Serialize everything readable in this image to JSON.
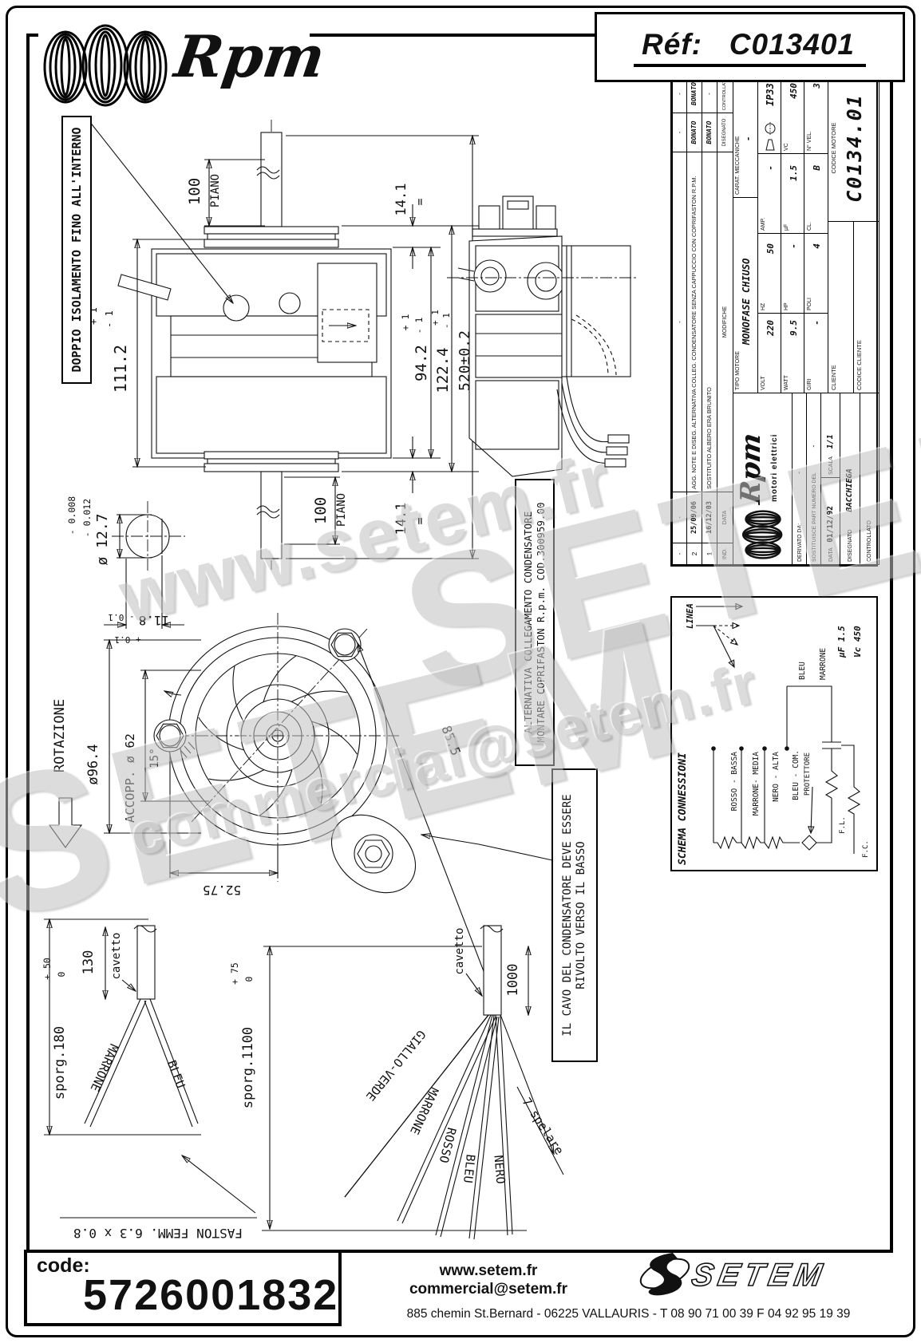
{
  "header": {
    "brand": "Rpm",
    "ref_label": "Réf:",
    "ref_value": "C013401"
  },
  "watermarks": {
    "site": "www.setem.fr",
    "brand": "SETEM",
    "email": "commercial@setem.fr"
  },
  "notes": {
    "doppio": "DOPPIO ISOLAMENTO FINO ALL'INTERNO",
    "alt1": "ALTERNATIVA COLLEGAMENTO CONDENSATORE",
    "alt2": "MONTARE COPRIFASTON R.p.m. COD.300959.00",
    "cavo1": "IL CAVO DEL CONDENSATORE DEVE ESSERE",
    "cavo2": "RIVOLTO VERSO IL BASSO",
    "faston": "FASTON FEMM. 6.3 x 0.8"
  },
  "dims": {
    "piano_top": {
      "val": "100",
      "lbl": "PIANO"
    },
    "piano_bot": {
      "val": "100",
      "lbl": "PIANO"
    },
    "h1112": {
      "val": "111.2",
      "tp": "+ 1",
      "tm": "- 1"
    },
    "t141": {
      "val": "14.1",
      "eq": "="
    },
    "b141": {
      "val": "14.1",
      "eq": "="
    },
    "h942": {
      "val": "94.2",
      "tp": "+ 1",
      "tm": "- 1"
    },
    "h1224": {
      "val": "122.4",
      "tp": "+ 1",
      "tm": "- 1"
    },
    "h520": "520±0.2",
    "shaft": {
      "dia": "ø 12.7",
      "t1": "- 0.008",
      "t2": "- 0.012",
      "flat": "11.8",
      "ftp": "+ 0.1",
      "ftm": "- 0.1"
    },
    "rotazione": "ROTAZIONE",
    "fan_dia": "ø96.4",
    "accopp": "ACCOPP. ø 62",
    "angle15": "15°",
    "diag855": "85.5",
    "d5275": "52.75",
    "cable1": {
      "sporg": "sporg.180",
      "tp": "+ 50",
      "tm": "0",
      "len": "130",
      "cavetto": "cavetto",
      "w1": "MARRONE",
      "w2": "BLEU"
    },
    "cable2": {
      "sporg": "sporg.1100",
      "tp": "+ 75",
      "tm": "0",
      "len": "1000",
      "cavetto": "cavetto",
      "w1": "GIALLO-VERDE",
      "w2": "MARRONE",
      "w3": "ROSSO",
      "w4": "BLEU",
      "w5": "NERO",
      "spelare": "7 spelare"
    }
  },
  "cartiglio": {
    "rev": {
      "r0": {
        "ind": "-",
        "data": "-",
        "mod": "-",
        "dis": "-",
        "con": "-"
      },
      "r1": {
        "ind": "2",
        "data": "25/09/06",
        "mod": "AGG. NOTE E DISEG. ALTERNATIVA COLLEG. CONDENSATORE SENZA CAPPUCCIO CON COPRIFASTON R.P.M.",
        "dis": "BONATO",
        "con": "BONATO"
      },
      "r2": {
        "ind": "1",
        "data": "16/12/03",
        "mod": "SOSTITUITO ALBERO ERA BRUNITO",
        "dis": "BONATO",
        "con": "-"
      },
      "hdr": {
        "ind": "IND.",
        "data": "DATA",
        "mod": "MODIFICHE",
        "dis": "DISEGNATO",
        "con": "CONTROLLATO"
      }
    },
    "logo_brand": "Rpm",
    "logo_sub": "motori elettrici",
    "derivato_l": "DERIVATO DA:",
    "derivato_v": "-",
    "sost_l": "SOSTITUISCE PART NUMERO DEL",
    "sost_v": "-",
    "data_l": "DATA",
    "data_v": "01/12/92",
    "scala_l": "SCALA",
    "scala_v": "1/1",
    "dis_l": "DISEGNATO",
    "dis_v": "BACCHIEGA",
    "con_l": "CONTROLLATO",
    "tipo_l": "TIPO MOTORE",
    "tipo_v": "MONOFASE CHIUSO",
    "carat_l": "CARAT. MECCANICHE",
    "carat_v": "-",
    "ip": "IP33",
    "sp": {
      "volt_l": "VOLT",
      "volt_v": "220",
      "hz_l": "HZ",
      "hz_v": "50",
      "amp_l": "AMP.",
      "amp_v": "-",
      "watt_l": "WATT",
      "watt_v": "9.5",
      "hp_l": "HP",
      "hp_v": "-",
      "uf_l": "µF",
      "uf_v": "1.5",
      "vc_l": "VC",
      "vc_v": "450",
      "giri_l": "GIRI",
      "giri_v": "-",
      "poli_l": "POLI",
      "poli_v": "4",
      "cl_l": "CL.",
      "cl_v": "B",
      "vel_l": "N° VEL.",
      "vel_v": "3"
    },
    "cliente_l": "CLIENTE",
    "codcli_l": "CODICE CLIENTE",
    "cm_l": "CODICE MOTORE",
    "cm_v": "C0134.01"
  },
  "schema": {
    "title": "SCHEMA CONNESSIONI",
    "linea": "LINEA",
    "t1": "ROSSO - BASSA",
    "t2": "MARRONE- MEDIA",
    "t3": "NERO - ALTA",
    "t4": "BLEU - COM.",
    "prot": "PROTETTORE",
    "bleu": "BLEU",
    "marrone": "MARRONE",
    "fl": "F.L.",
    "fc": "F.C.",
    "cap1": "µF 1.5",
    "cap2": "Vc 450"
  },
  "footer": {
    "code_l": "code:",
    "code_v": "5726001832",
    "site": "www.setem.fr",
    "email": "commercial@setem.fr",
    "brand": "SETEM",
    "address": "885 chemin St.Bernard  -  06225 VALLAURIS  -  T 08 90 71 00 39   F 04 92 95 19 39"
  }
}
